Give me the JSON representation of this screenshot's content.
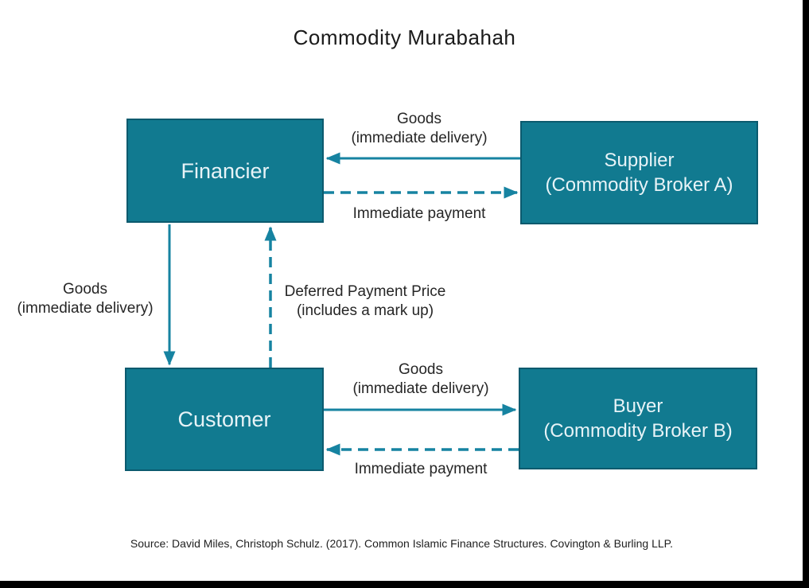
{
  "title": "Commodity Murabahah",
  "colors": {
    "box_fill": "#117a90",
    "box_border": "#0b5a6e",
    "box_text": "#e7f3f7",
    "arrow": "#1683a1",
    "label_text": "#262626",
    "frame": "#000000",
    "background": "#ffffff"
  },
  "nodes": {
    "financier": {
      "label": "Financier"
    },
    "supplier": {
      "label": "Supplier",
      "sublabel": "(Commodity Broker A)"
    },
    "customer": {
      "label": "Customer"
    },
    "buyer": {
      "label": "Buyer",
      "sublabel": "(Commodity Broker B)"
    }
  },
  "flows": {
    "supplier_to_financier": {
      "label": "Goods",
      "sublabel": "(immediate delivery)",
      "style": "solid",
      "direction": "left"
    },
    "financier_to_supplier": {
      "label": "Immediate payment",
      "style": "dashed",
      "direction": "right"
    },
    "financier_to_customer": {
      "label": "Goods",
      "sublabel": "(immediate delivery)",
      "style": "solid",
      "direction": "down"
    },
    "customer_to_financier": {
      "label": "Deferred Payment Price",
      "sublabel": "(includes a mark up)",
      "style": "dashed",
      "direction": "up"
    },
    "customer_to_buyer": {
      "label": "Goods",
      "sublabel": "(immediate delivery)",
      "style": "solid",
      "direction": "right"
    },
    "buyer_to_customer": {
      "label": "Immediate payment",
      "style": "dashed",
      "direction": "left"
    }
  },
  "source": "Source: David Miles, Christoph Schulz. (2017). Common Islamic Finance Structures. Covington & Burling LLP."
}
